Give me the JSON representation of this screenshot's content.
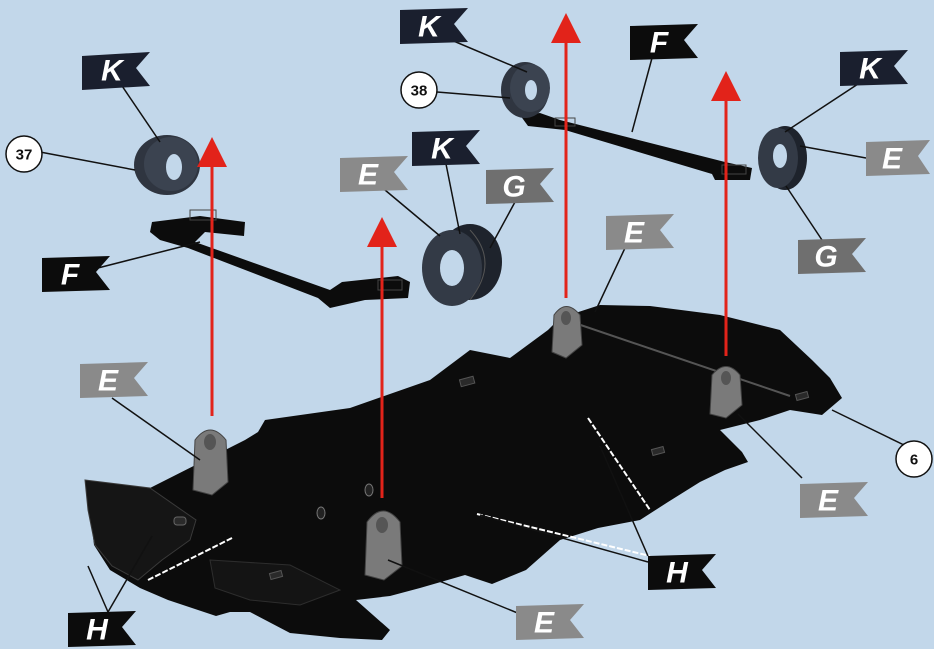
{
  "colors": {
    "background": "#c2d7ea",
    "part_black": "#0c0c0c",
    "part_dark_gray": "#2f3540",
    "part_gray": "#7a7a7a",
    "flag_dark": "#1a1f2e",
    "flag_gray": "#8a8a8a",
    "arrow_red": "#e2231a"
  },
  "labels": {
    "k1": "K",
    "k2": "K",
    "k3": "K",
    "k4": "K",
    "f1": "F",
    "f2": "F",
    "e1": "E",
    "e2": "E",
    "e3": "E",
    "e4": "E",
    "e5": "E",
    "e6": "E",
    "g1": "G",
    "g2": "G",
    "h1": "H",
    "h2": "H"
  },
  "callouts": {
    "n37": "37",
    "n38": "38",
    "n6": "6"
  }
}
